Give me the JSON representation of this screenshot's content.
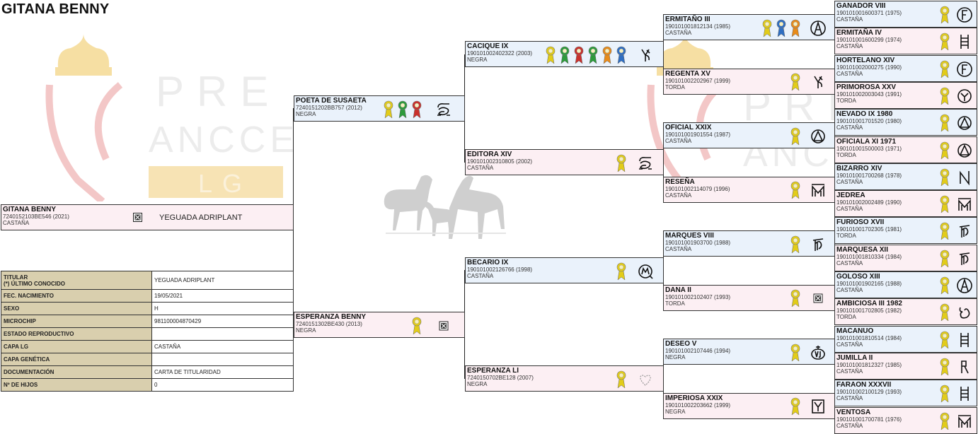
{
  "title": "GITANA BENNY",
  "watermark": {
    "line1": "PRE",
    "line2": "ANCCE",
    "line3": "LG"
  },
  "subject": {
    "name": "GITANA BENNY",
    "code": "7240152103BE546 (2021)",
    "coat": "CASTAÑA",
    "breeder": "YEGUADA ADRIPLANT"
  },
  "info": [
    {
      "label": "TITULAR\n(*) ÚLTIMO CONOCIDO",
      "value": "YEGUADA ADRIPLANT"
    },
    {
      "label": "FEC. NACIMIENTO",
      "value": "19/05/2021"
    },
    {
      "label": "SEXO",
      "value": "H"
    },
    {
      "label": "MICROCHIP",
      "value": "981100004870429"
    },
    {
      "label": "ESTADO REPRODUCTIVO",
      "value": ""
    },
    {
      "label": "CAPA LG",
      "value": "CASTAÑA"
    },
    {
      "label": "CAPA GENÉTICA",
      "value": ""
    },
    {
      "label": "DOCUMENTACIÓN",
      "value": "CARTA DE TITULARIDAD"
    },
    {
      "label": "Nº DE HIJOS",
      "value": "0"
    }
  ],
  "g1": [
    {
      "name": "POETA DE SUSAETA",
      "code": "7240151202BB757 (2012)",
      "coat": "NEGRA",
      "awards": [
        "#e2cc1a",
        "#2d9a3c",
        "#c9302c"
      ],
      "brand": "brand-s-mark"
    },
    {
      "name": "ESPERANZA BENNY",
      "code": "7240151302BE430 (2013)",
      "coat": "NEGRA",
      "awards": [
        "#e2cc1a"
      ],
      "brand": "brand-box-x"
    }
  ],
  "g2": [
    {
      "name": "CACIQUE IX",
      "code": "190101002402322 (2003)",
      "coat": "NEGRA",
      "awards": [
        "#e2cc1a",
        "#2d9a3c",
        "#c9302c",
        "#2d9a3c",
        "#e88b1a",
        "#2f6ec2"
      ],
      "brand": "brand-y-mark"
    },
    {
      "name": "EDITORA XIV",
      "code": "190101002310805 (2002)",
      "coat": "CASTAÑA",
      "awards": [
        "#e2cc1a"
      ],
      "brand": "brand-s-mark"
    },
    {
      "name": "BECARIO IX",
      "code": "190101002126766 (1998)",
      "coat": "CASTAÑA",
      "awards": [
        "#e2cc1a"
      ],
      "brand": "brand-circle-m"
    },
    {
      "name": "ESPERANZA LI",
      "code": "7240150702BE128 (2007)",
      "coat": "NEGRA",
      "awards": [
        "#e2cc1a"
      ],
      "brand": "brand-heart"
    }
  ],
  "g3": [
    {
      "name": "ERMITAÑO III",
      "code": "190101001812134 (1985)",
      "coat": "CASTAÑA",
      "awards": [
        "#e2cc1a",
        "#2f6ec2",
        "#e88b1a"
      ],
      "brand": "brand-a-circle"
    },
    {
      "name": "REGENTA XV",
      "code": "190101002202967 (1999)",
      "coat": "TORDA",
      "awards": [
        "#e2cc1a"
      ],
      "brand": "brand-y-mark"
    },
    {
      "name": "OFICIAL XXIX",
      "code": "190101001901554 (1987)",
      "coat": "CASTAÑA",
      "awards": [
        "#e2cc1a"
      ],
      "brand": "brand-circle-tri"
    },
    {
      "name": "RESEÑA",
      "code": "190101002114079 (1996)",
      "coat": "CASTAÑA",
      "awards": [
        "#e2cc1a"
      ],
      "brand": "brand-mm"
    },
    {
      "name": "MARQUES VIII",
      "code": "190101001903700 (1988)",
      "coat": "CASTAÑA",
      "awards": [
        "#e2cc1a"
      ],
      "brand": "brand-m-curl"
    },
    {
      "name": "DANA II",
      "code": "190101002102407 (1993)",
      "coat": "TORDA",
      "awards": [
        "#e2cc1a"
      ],
      "brand": "brand-box-x"
    },
    {
      "name": "DESEO V",
      "code": "190101002107446 (1994)",
      "coat": "NEGRA",
      "awards": [
        "#e2cc1a"
      ],
      "brand": "brand-vj"
    },
    {
      "name": "IMPERIOSA XXIX",
      "code": "190101002203662 (1999)",
      "coat": "NEGRA",
      "awards": [
        "#e2cc1a"
      ],
      "brand": "brand-y-shield"
    }
  ],
  "g4": [
    {
      "name": "GANADOR VIII",
      "code": "190101001600371 (1975)",
      "coat": "CASTAÑA",
      "brand": "brand-f-circle"
    },
    {
      "name": "ERMITAÑA IV",
      "code": "190101001600299 (1974)",
      "coat": "CASTAÑA",
      "brand": "brand-ladder"
    },
    {
      "name": "HORTELANO XIV",
      "code": "190101002000275 (1990)",
      "coat": "CASTAÑA",
      "brand": "brand-f-circle"
    },
    {
      "name": "PRIMOROSA XXV",
      "code": "190101002003043 (1991)",
      "coat": "TORDA",
      "brand": "brand-y-circle"
    },
    {
      "name": "NEVADO IX 1980",
      "code": "190101001701520 (1980)",
      "coat": "CASTAÑA",
      "brand": "brand-circle-tri"
    },
    {
      "name": "OFICIALA XI 1971",
      "code": "190101001500003 (1971)",
      "coat": "TORDA",
      "brand": "brand-circle-tri"
    },
    {
      "name": "BIZARRO XIV",
      "code": "190101001700268 (1978)",
      "coat": "CASTAÑA",
      "brand": "brand-n-mark"
    },
    {
      "name": "JEDREA",
      "code": "190101002002489 (1990)",
      "coat": "CASTAÑA",
      "brand": "brand-mm"
    },
    {
      "name": "FURIOSO XVII",
      "code": "190101001702305 (1981)",
      "coat": "TORDA",
      "brand": "brand-m-curl"
    },
    {
      "name": "MARQUESA XII",
      "code": "190101001810334 (1984)",
      "coat": "CASTAÑA",
      "brand": "brand-m-curl"
    },
    {
      "name": "GOLOSO XIII",
      "code": "190101001902165 (1988)",
      "coat": "CASTAÑA",
      "brand": "brand-a-circle"
    },
    {
      "name": "AMBICIOSA III 1982",
      "code": "190101001702805 (1982)",
      "coat": "TORDA",
      "brand": "brand-b-curl"
    },
    {
      "name": "MACANUO",
      "code": "190101001810514 (1984)",
      "coat": "CASTAÑA",
      "brand": "brand-ladder"
    },
    {
      "name": "JUMILLA II",
      "code": "190101001812327 (1985)",
      "coat": "CASTAÑA",
      "brand": "brand-r-mark"
    },
    {
      "name": "FARAON XXXVII",
      "code": "190101002100129 (1993)",
      "coat": "CASTAÑA",
      "brand": "brand-ladder"
    },
    {
      "name": "VENTOSA",
      "code": "190101001700781 (1976)",
      "coat": "CASTAÑA",
      "brand": "brand-mm"
    }
  ],
  "colors": {
    "male_bg": "#eaf2fb",
    "female_bg": "#fceff3",
    "info_label_bg": "#d9cfae",
    "award_yellow": "#e2cc1a"
  }
}
